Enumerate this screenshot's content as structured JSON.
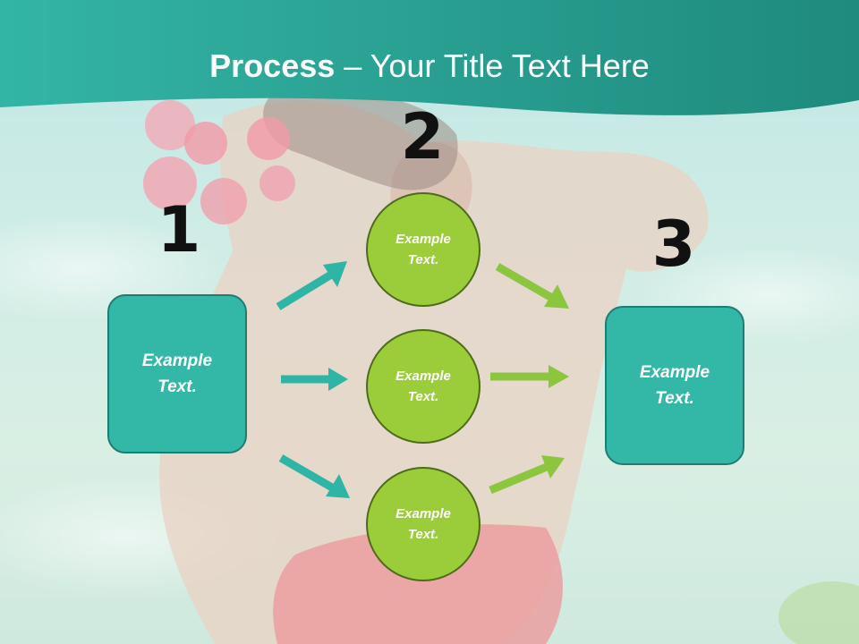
{
  "slide": {
    "title_bold": "Process",
    "title_rest": " – Your Title Text Here"
  },
  "steps": {
    "one": {
      "number": "1",
      "label": "Example Text."
    },
    "two": {
      "number": "2"
    },
    "three": {
      "number": "3",
      "label": "Example Text."
    }
  },
  "circles": [
    {
      "label": "Example Text."
    },
    {
      "label": "Example Text."
    },
    {
      "label": "Example Text."
    }
  ],
  "colors": {
    "header": "#2aa596",
    "box": "#33b8a8",
    "circle": "#9bcc3a",
    "teal_arrow": "#2eb5a5",
    "green_arrow": "#8cc63f"
  }
}
